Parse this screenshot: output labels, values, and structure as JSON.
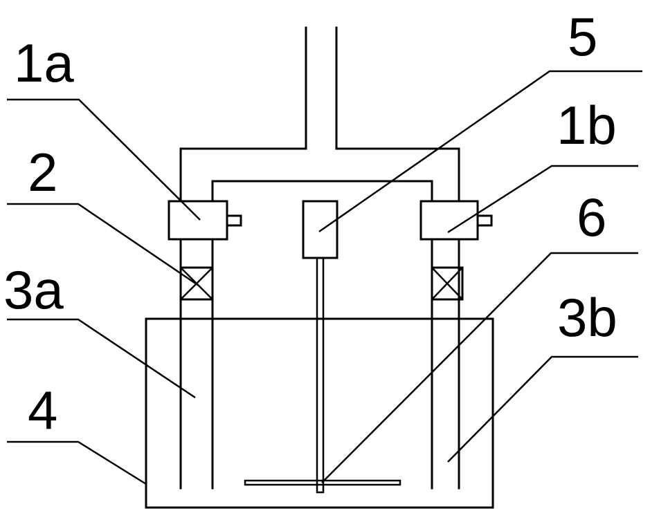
{
  "labels": {
    "l1a": "1a",
    "l2": "2",
    "l3a": "3a",
    "l4": "4",
    "l5": "5",
    "l1b": "1b",
    "l6": "6",
    "l3b": "3b"
  },
  "colors": {
    "line": "#000000",
    "background": "#ffffff"
  }
}
